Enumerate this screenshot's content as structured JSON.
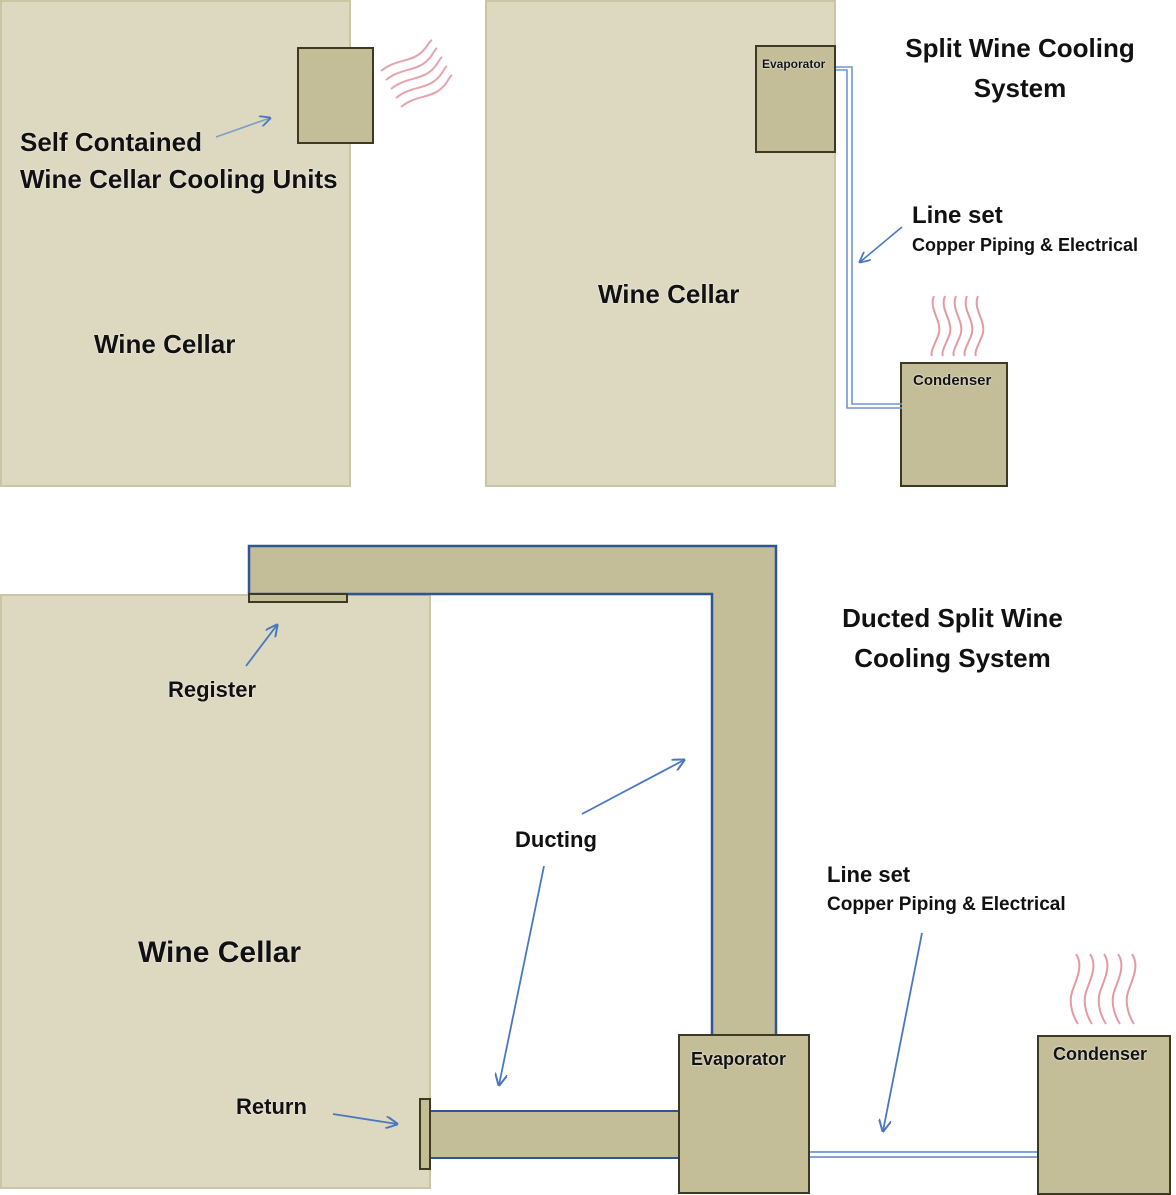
{
  "colors": {
    "cellar_fill": "#DDD8C0",
    "unit_fill": "#C4BE98",
    "unit_border": "#3E3923",
    "duct_outline": "#2F5597",
    "pipe": "#6F96D2",
    "arrow": "#4A78C0",
    "heat_waves": "#E39AA3"
  },
  "self_contained": {
    "cellar_label": "Wine Cellar",
    "unit_label_line1": "Self Contained",
    "unit_label_line2": "Wine Cellar Cooling Units"
  },
  "split": {
    "title_line1": "Split Wine Cooling",
    "title_line2": "System",
    "cellar_label": "Wine Cellar",
    "evaporator_label": "Evaporator",
    "condenser_label": "Condenser",
    "line_set_label": "Line set",
    "line_set_sub": "Copper Piping & Electrical"
  },
  "ducted": {
    "title_line1": "Ducted Split Wine",
    "title_line2": "Cooling System",
    "cellar_label": "Wine Cellar",
    "register_label": "Register",
    "ducting_label": "Ducting",
    "return_label": "Return",
    "evaporator_label": "Evaporator",
    "condenser_label": "Condenser",
    "line_set_label": "Line set",
    "line_set_sub": "Copper Piping & Electrical"
  }
}
